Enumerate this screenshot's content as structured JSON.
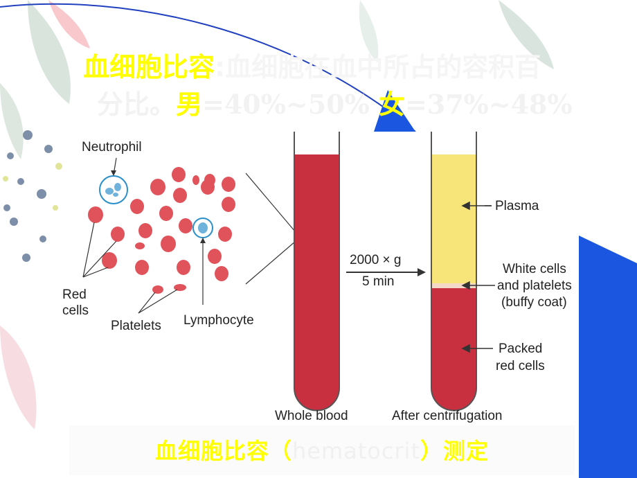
{
  "title": {
    "highlight_1": "血细胞比容",
    "line1_rest": ":血细胞在血中所占的容积百",
    "line2_pre": "分比。",
    "male_label": "男",
    "male_range": "=40%~50%",
    "female_label": "女",
    "female_range": "=37%~48%"
  },
  "figure": {
    "labels": {
      "neutrophil": "Neutrophil",
      "red_cells_1": "Red",
      "red_cells_2": "cells",
      "platelets": "Platelets",
      "lymphocyte": "Lymphocyte",
      "centrifuge_speed": "2000 × g",
      "centrifuge_time": "5 min",
      "plasma": "Plasma",
      "buffy_1": "White cells",
      "buffy_2": "and platelets",
      "buffy_3": "(buffy coat)",
      "packed_1": "Packed",
      "packed_2": "red cells",
      "tube_whole": "Whole blood",
      "tube_after": "After centrifugation"
    },
    "colors": {
      "blood": "#c8303f",
      "plasma": "#f7e57a",
      "buffy": "#f3d9c8",
      "cell": "#e0535b",
      "wbc": "#2a8ec9"
    },
    "plasma_fraction": 0.5
  },
  "caption": {
    "pre": "血细胞比容（",
    "term": "hematocrit",
    "post": "）测定"
  }
}
